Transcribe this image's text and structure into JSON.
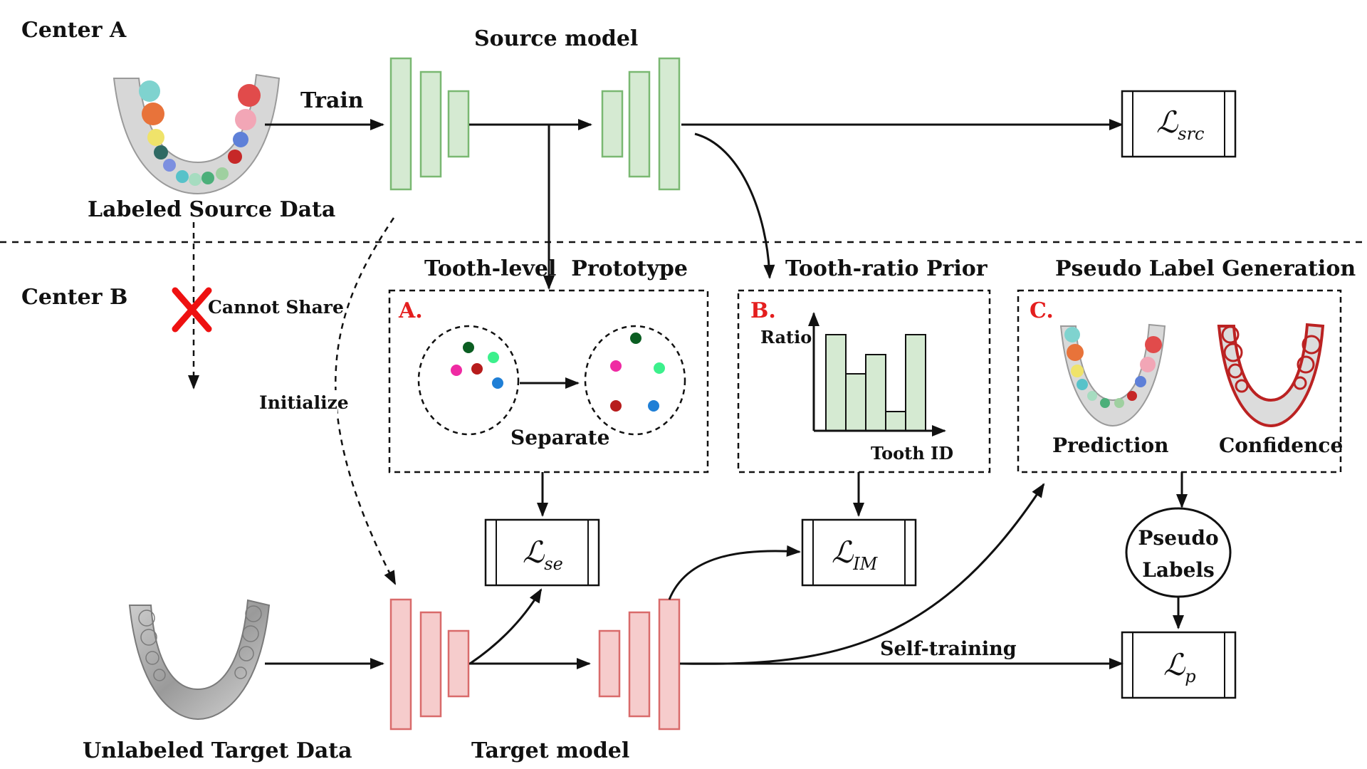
{
  "centers": {
    "a": "Center A",
    "b": "Center B"
  },
  "source": {
    "data_label": "Labeled Source Data",
    "train_label": "Train",
    "model_label": "Source model",
    "loss": {
      "main": "ℒ",
      "sub": "src"
    }
  },
  "target": {
    "data_label": "Unlabeled Target Data",
    "model_label": "Target model",
    "initialize_label": "Initialize",
    "cannot_share_label": "Cannot Share",
    "self_training_label": "Self-training"
  },
  "modules": {
    "a": {
      "title": "Tooth-level  Prototype",
      "tag": "A.",
      "action": "Separate",
      "loss": {
        "main": "ℒ",
        "sub": "se"
      }
    },
    "b": {
      "title": "Tooth-ratio Prior",
      "tag": "B.",
      "y_axis": "Ratio",
      "x_axis": "Tooth ID",
      "loss": {
        "main": "ℒ",
        "sub": "IM"
      }
    },
    "c": {
      "title": "Pseudo Label Generation",
      "tag": "C.",
      "prediction": "Prediction",
      "confidence": "Confidence",
      "pseudo_line1": "Pseudo",
      "pseudo_line2": "Labels",
      "loss": {
        "main": "ℒ",
        "sub": "p"
      }
    }
  },
  "colors": {
    "source_fill": "#d5ead2",
    "source_stroke": "#7ab872",
    "target_fill": "#f6cccc",
    "target_stroke": "#d96b6b",
    "tag_red": "#e41e1e",
    "cross_red": "#ee1111",
    "bar_fill": "#d5ead2"
  },
  "icons": [
    "dental-arch-colored",
    "dental-arch-gray",
    "cross-icon"
  ]
}
